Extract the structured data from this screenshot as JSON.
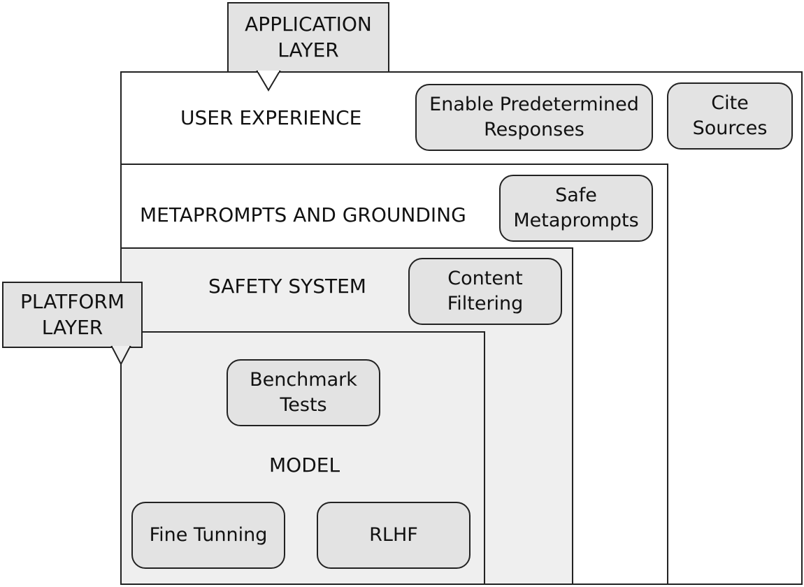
{
  "layers": {
    "ux": {
      "title": "USER EXPERIENCE"
    },
    "meta": {
      "title": "METAPROMPTS AND GROUNDING"
    },
    "safety": {
      "title": "SAFETY SYSTEM"
    },
    "model": {
      "title": "MODEL"
    }
  },
  "callouts": {
    "application": [
      "APPLICATION",
      "LAYER"
    ],
    "platform": [
      "PLATFORM",
      "LAYER"
    ]
  },
  "items": {
    "predetermined": [
      "Enable Predetermined",
      "Responses"
    ],
    "cite": [
      "Cite",
      "Sources"
    ],
    "safe_meta": [
      "Safe",
      "Metaprompts"
    ],
    "content_filter": [
      "Content",
      "Filtering"
    ],
    "benchmark": [
      "Benchmark",
      "Tests"
    ],
    "fine_tuning": [
      "Fine Tunning"
    ],
    "rlhf": [
      "RLHF"
    ]
  },
  "colors": {
    "fill_gray": "#e3e3e3",
    "layer_gray": "#efefef",
    "stroke": "#222222"
  }
}
